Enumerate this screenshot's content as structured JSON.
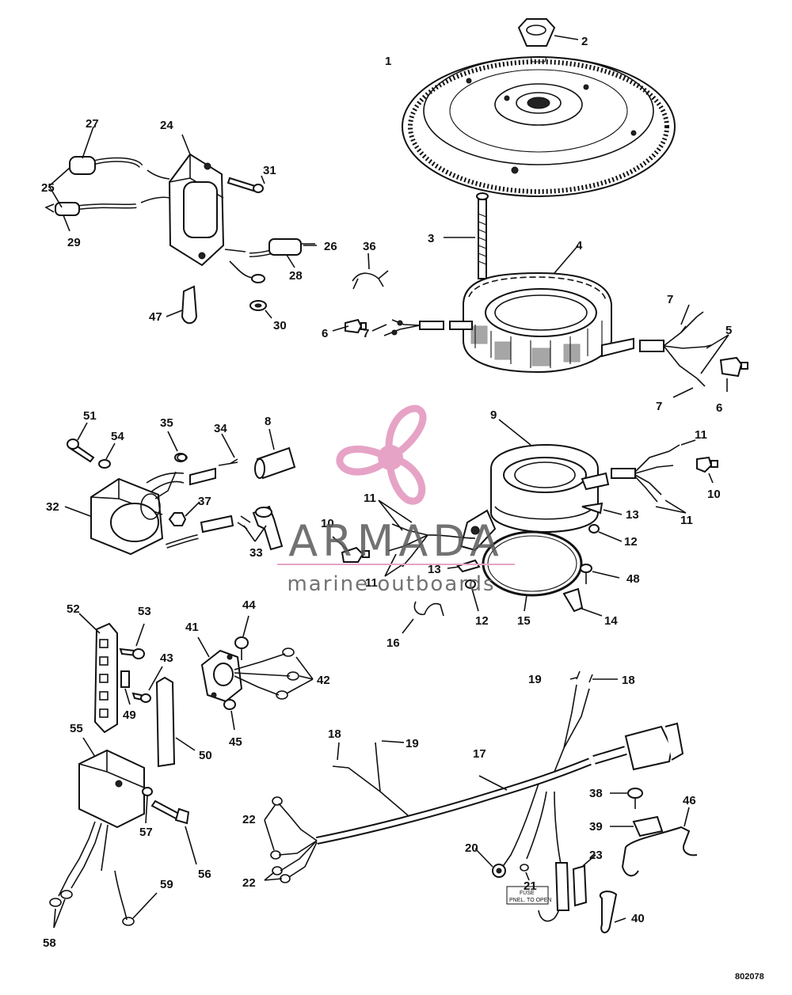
{
  "watermark": {
    "brand": "ARMADA",
    "tagline": "marine outboards",
    "logo_color": "#e6a3c6",
    "text_color": "#5a5a5a"
  },
  "drawing_code": "802078",
  "fuse_label_line1": "FUSE",
  "fuse_label_line2": "PNEL. TO OPEN",
  "callouts": {
    "c1": "1",
    "c2": "2",
    "c3": "3",
    "c4": "4",
    "c5": "5",
    "c6a": "6",
    "c6b": "6",
    "c7a": "7",
    "c7b": "7",
    "c7c": "7",
    "c8": "8",
    "c9": "9",
    "c10a": "10",
    "c10b": "10",
    "c11a": "11",
    "c11b": "11",
    "c11c": "11",
    "c11d": "11",
    "c12a": "12",
    "c12b": "12",
    "c13a": "13",
    "c13b": "13",
    "c14": "14",
    "c15": "15",
    "c16": "16",
    "c17": "17",
    "c18a": "18",
    "c18b": "18",
    "c19a": "19",
    "c19b": "19",
    "c20": "20",
    "c21": "21",
    "c22a": "22",
    "c22b": "22",
    "c23": "23",
    "c24": "24",
    "c25": "25",
    "c26": "26",
    "c27": "27",
    "c28": "28",
    "c29": "29",
    "c30": "30",
    "c31": "31",
    "c32": "32",
    "c33": "33",
    "c34": "34",
    "c35": "35",
    "c36": "36",
    "c37": "37",
    "c38": "38",
    "c39": "39",
    "c40": "40",
    "c41": "41",
    "c42": "42",
    "c43": "43",
    "c44": "44",
    "c45": "45",
    "c46": "46",
    "c47": "47",
    "c48": "48",
    "c49": "49",
    "c50": "50",
    "c51": "51",
    "c52": "52",
    "c53": "53",
    "c54": "54",
    "c55": "55",
    "c56": "56",
    "c57": "57",
    "c58": "58",
    "c59": "59"
  }
}
